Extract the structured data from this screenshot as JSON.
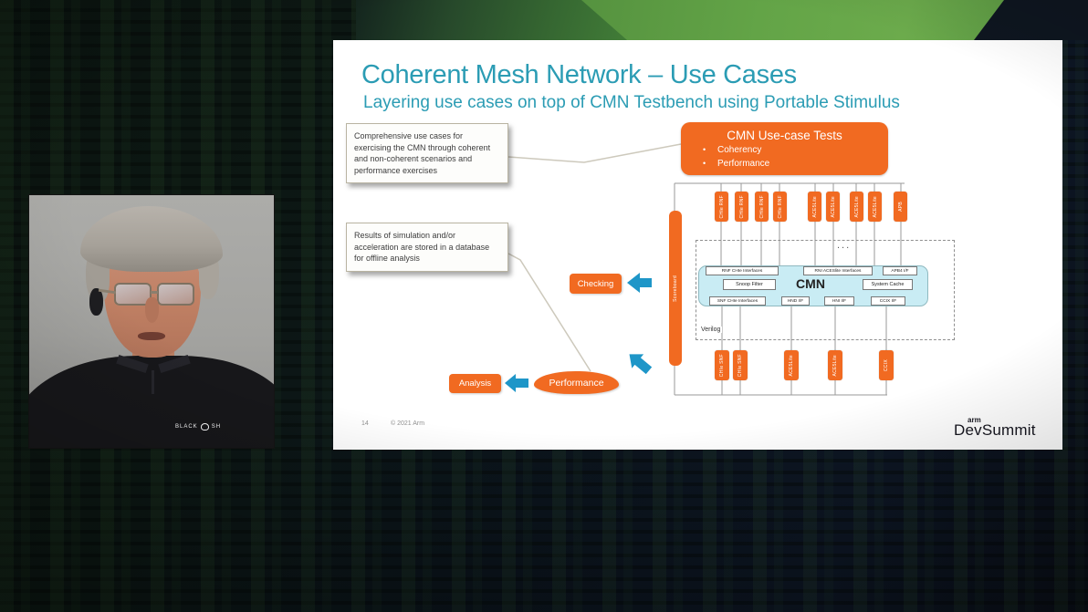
{
  "colors": {
    "accent_orange": "#F16A21",
    "title_teal": "#2B9CB4",
    "arrow_blue": "#1E96C8",
    "cmn_fill": "#C9ECF4",
    "band_green": "#5D9C43",
    "slide_bg": "#FFFFFF"
  },
  "slide": {
    "title": "Coherent Mesh Network – Use Cases",
    "subtitle": "Layering use cases on top of CMN Testbench using Portable Stimulus",
    "callout_top": "Comprehensive use cases for exercising the CMN through coherent and non-coherent scenarios and performance exercises",
    "callout_bottom": "Results of simulation and/or acceleration are stored in a database for offline analysis",
    "usecase_box": {
      "title": "CMN Use-case Tests",
      "bullets": [
        "Coherency",
        "Performance"
      ]
    },
    "flow": {
      "checking": "Checking",
      "analysis": "Analysis",
      "performance": "Performance"
    },
    "diagram": {
      "scoreboard": "Scoreboard",
      "verilog_label": "Verilog",
      "ellipsis": "...",
      "top_agents": [
        "CHIe RNF",
        "CHIe RNF",
        "CHIe RNF",
        "CHIe RNF",
        "ACE5Lite",
        "ACE5Lite",
        "ACE5Lite",
        "ACE5Lite",
        "APB"
      ],
      "bottom_agents": [
        "CHIe SNF",
        "CHIe SNF",
        "ACE5Lite",
        "ACE5Lite",
        "CCIX"
      ],
      "cmn": {
        "label": "CMN",
        "top_ports": [
          "RNF CHIe Interfaces",
          "RNI ACESlite Interfaces",
          "APB4 I/F"
        ],
        "mid_blocks": [
          "Snoop Filter",
          "System Cache"
        ],
        "bottom_ports": [
          "SNF CHIe Interfaces",
          "HND I/F",
          "HNI I/F",
          "CCIX I/F"
        ]
      }
    },
    "footer": {
      "page_number": "14",
      "copyright": "© 2021 Arm"
    },
    "logo": {
      "small": "arm",
      "big": "DevSummit"
    }
  },
  "webcam": {
    "shirt_text_left": "BLACK",
    "shirt_text_right": "SH"
  }
}
